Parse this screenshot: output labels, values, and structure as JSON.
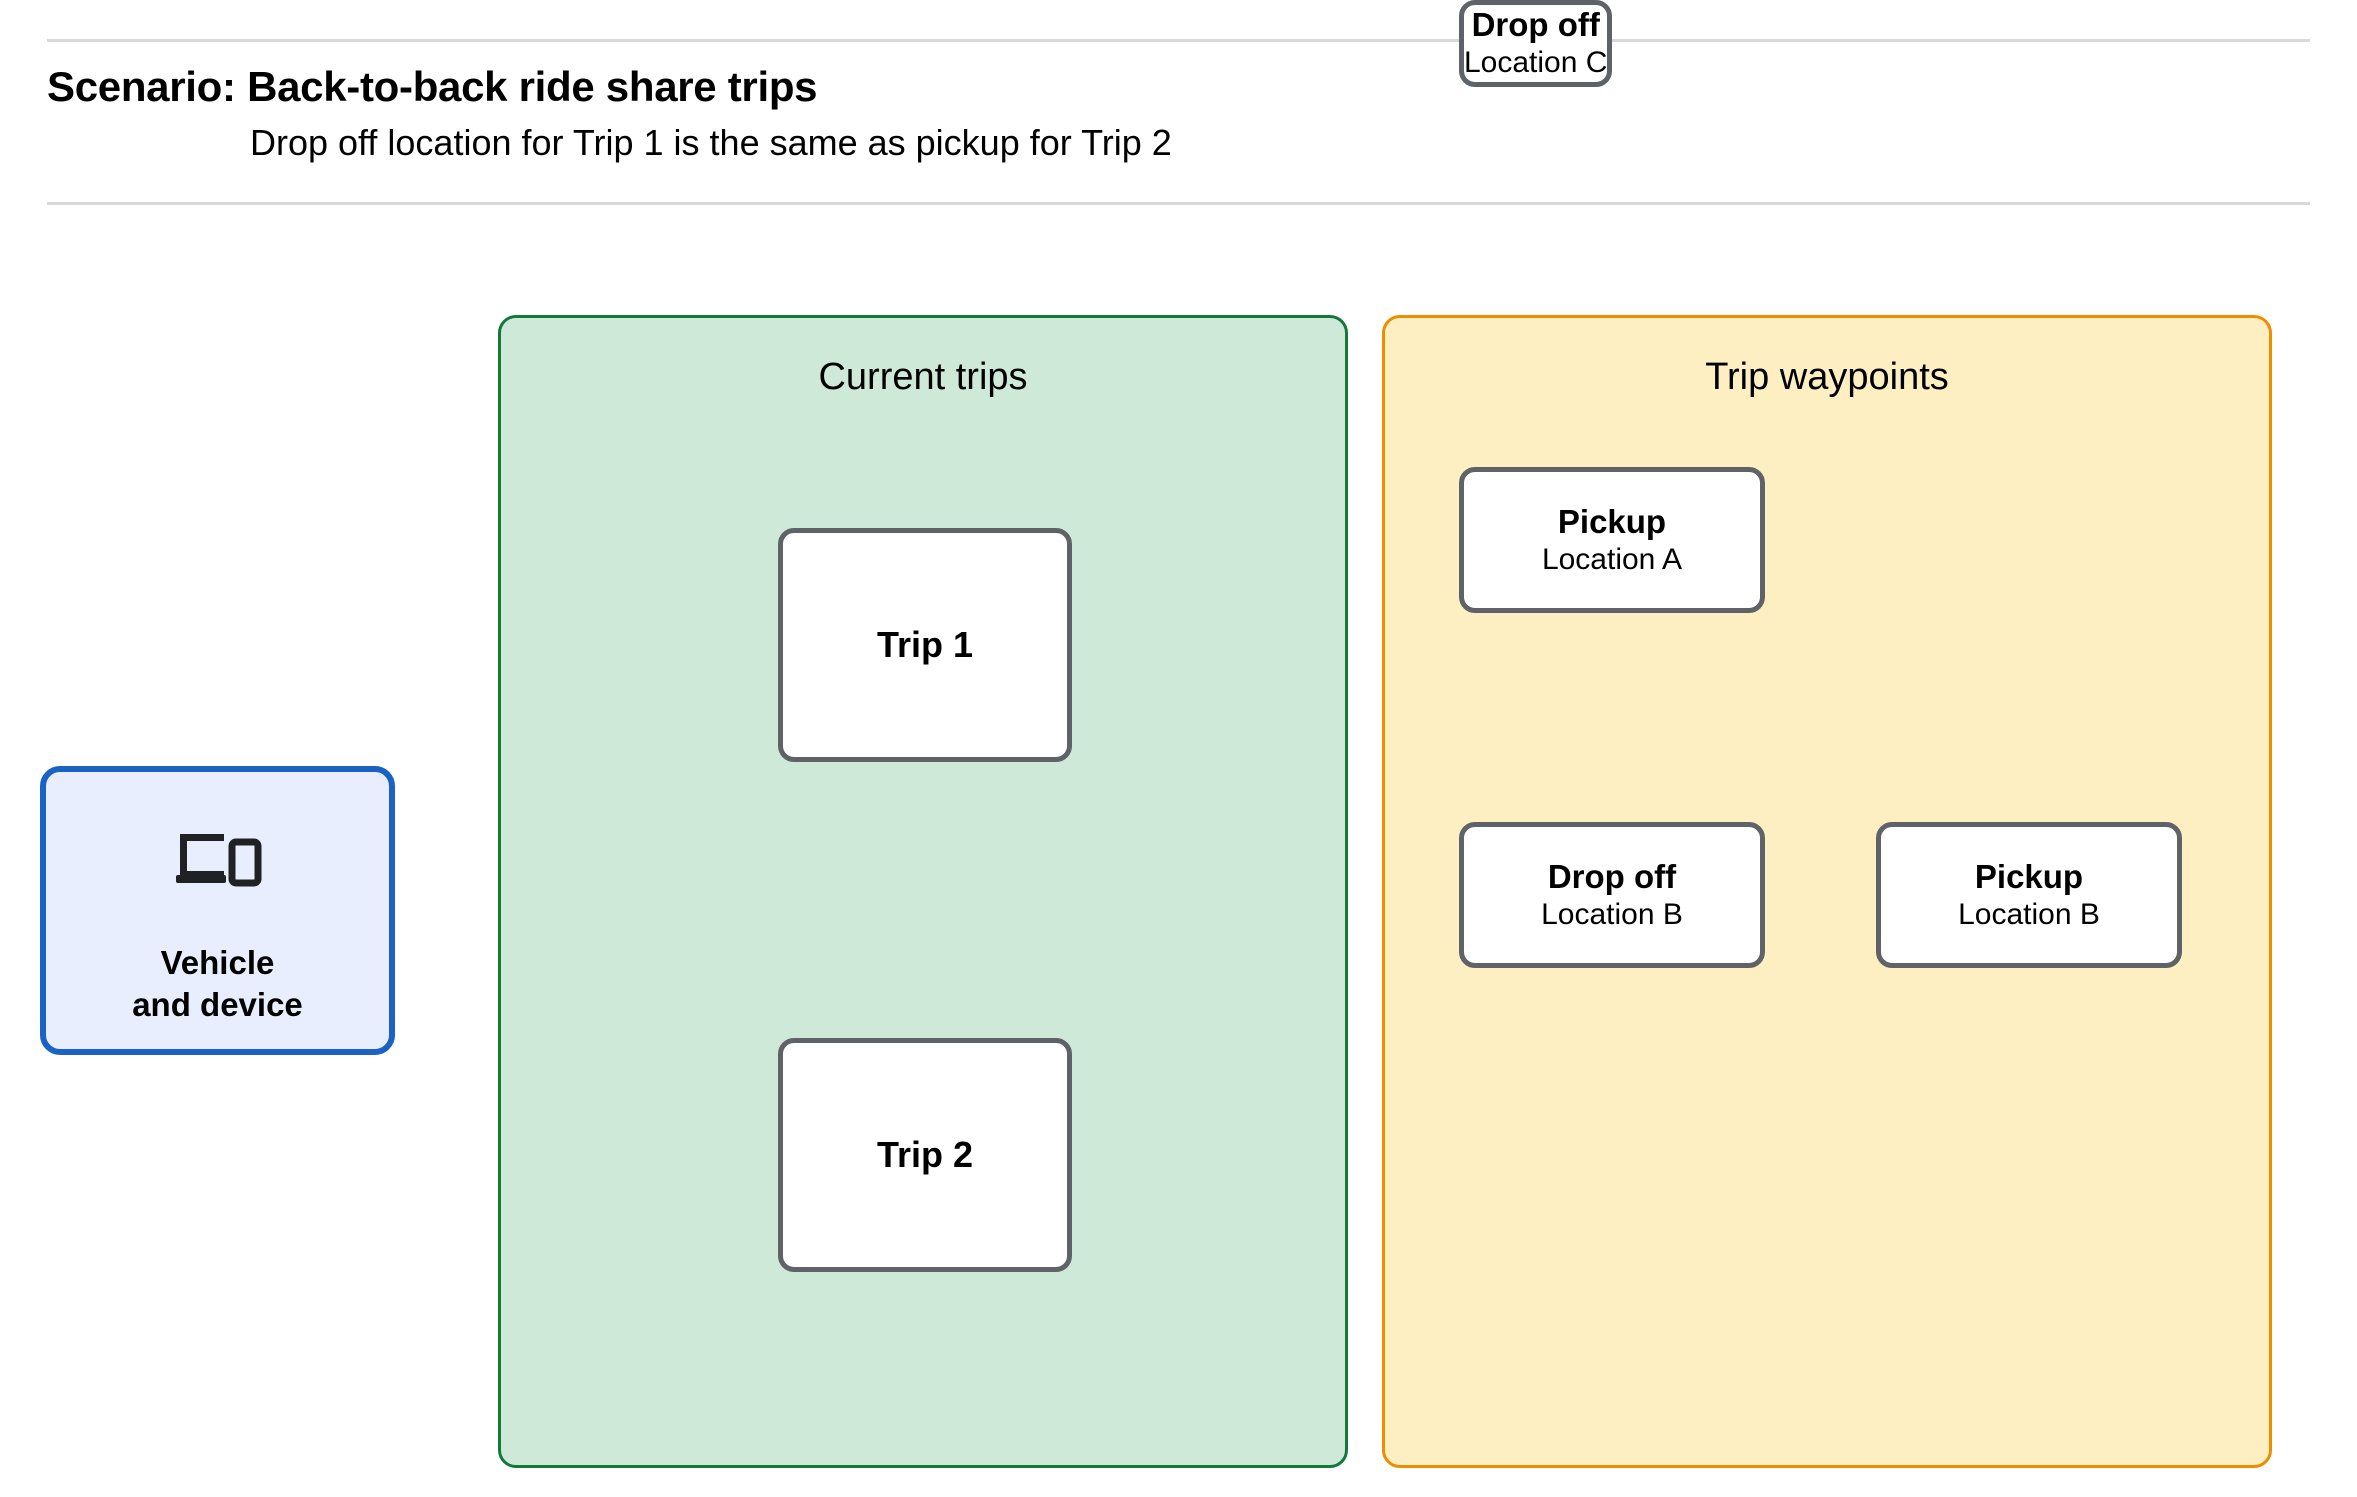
{
  "header": {
    "title": "Scenario: Back-to-back ride share trips",
    "subtitle": "Drop off  location for Trip 1 is the same as pickup for Trip 2"
  },
  "colors": {
    "current_trips_fill": "#cfe9d8",
    "current_trips_border": "#13783a",
    "trip_waypoints_fill": "#fdefc2",
    "trip_waypoints_border": "#f08c00",
    "vehicle_fill": "#e8eefd",
    "vehicle_border": "#1a62c4",
    "node_border": "#5f6368",
    "edge": "#5f6368",
    "rule": "#d9d9d9"
  },
  "vehicle": {
    "icon": "laptop-and-phone-icon",
    "label_line_1": "Vehicle",
    "label_line_2": "and device"
  },
  "panels": [
    {
      "id": "current-trips",
      "title": "Current trips"
    },
    {
      "id": "trip-waypoints",
      "title": "Trip waypoints"
    }
  ],
  "trips": [
    {
      "id": "trip-1",
      "label": "Trip 1"
    },
    {
      "id": "trip-2",
      "label": "Trip 2"
    }
  ],
  "waypoints": [
    {
      "id": "pickup-a",
      "kind": "Pickup",
      "location": "Location A"
    },
    {
      "id": "dropoff-b",
      "kind": "Drop off",
      "location": "Location B"
    },
    {
      "id": "pickup-b",
      "kind": "Pickup",
      "location": "Location B"
    },
    {
      "id": "dropoff-c",
      "kind": "Drop off",
      "location": "Location C"
    }
  ]
}
